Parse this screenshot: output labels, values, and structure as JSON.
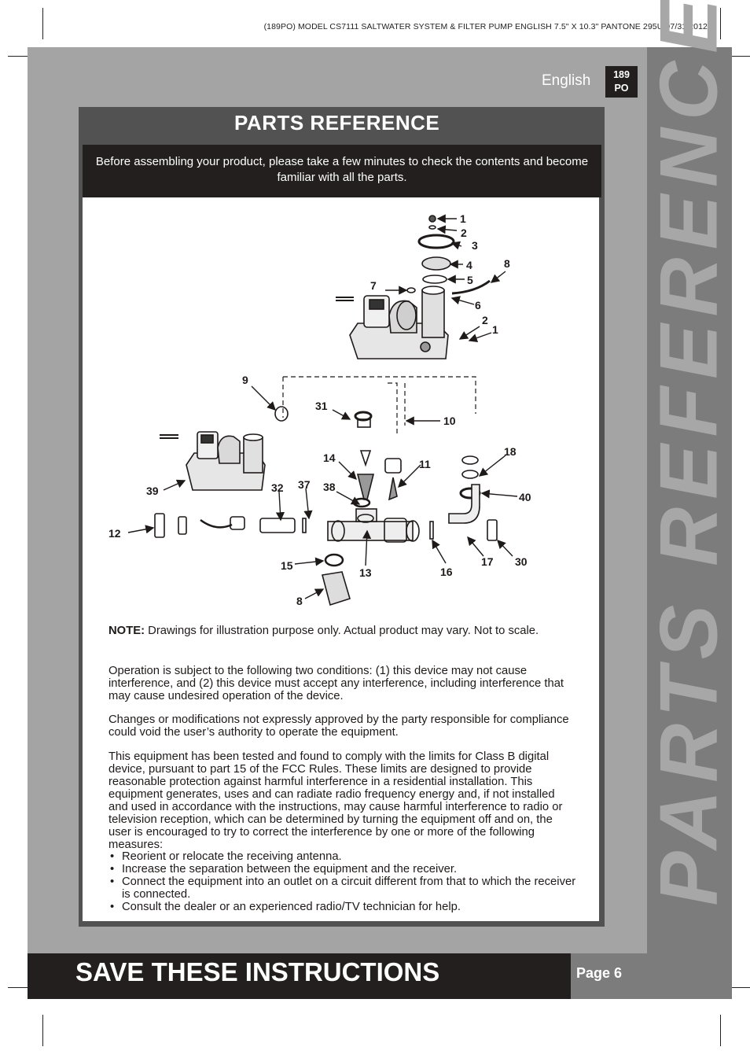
{
  "print_header": "(189PO)  MODEL CS7111  SALTWATER SYSTEM & FILTER PUMP  ENGLISH  7.5\" X 10.3\"  PANTONE 295U  07/31/2012",
  "language": "English",
  "badge": {
    "line1": "189",
    "line2": "PO"
  },
  "side_title": "PARTS REFERENCE",
  "section_title": "PARTS REFERENCE",
  "intro": "Before assembling your product, please take a few minutes to check the contents and become familiar with all the parts.",
  "diagram": {
    "part_numbers": [
      "1",
      "2",
      "3",
      "4",
      "5",
      "8",
      "7",
      "6",
      "2",
      "1",
      "9",
      "31",
      "10",
      "18",
      "14",
      "11",
      "39",
      "32",
      "37",
      "38",
      "40",
      "12",
      "15",
      "13",
      "16",
      "17",
      "30",
      "8"
    ]
  },
  "note": {
    "label": "NOTE:",
    "text": " Drawings for illustration purpose only. Actual product may vary. Not to scale."
  },
  "paragraphs": [
    "Operation is subject to the following two conditions: (1) this device may not cause interference, and (2) this device must accept any interference, including interference that may cause undesired operation of the device.",
    "Changes or modifications not expressly approved by the party responsible for compliance could void the user’s authority to operate the equipment.",
    "This equipment has been tested and found to comply with the limits for Class B digital device, pursuant to part 15 of the FCC Rules. These limits are designed to provide reasonable protection against harmful interference in a residential installation. This equipment generates, uses and can radiate radio frequency energy and, if not installed and used in accordance with the instructions, may cause harmful interference to radio or television reception, which can be determined by turning the equipment off and on, the user is encouraged to try to correct the interference by one or more of the following measures:"
  ],
  "bullets": [
    "Reorient or relocate the receiving antenna.",
    "Increase the separation between the equipment and the receiver.",
    "Connect the equipment into an outlet on a circuit different from that to which the receiver is connected.",
    "Consult the dealer or an experienced radio/TV technician for help."
  ],
  "footer": {
    "title": "SAVE THESE INSTRUCTIONS",
    "page": "Page 6"
  },
  "colors": {
    "dark": "#231f1e",
    "page_gray": "#a4a4a4",
    "band_gray": "#7c7c7c",
    "panel_gray": "#525252"
  }
}
